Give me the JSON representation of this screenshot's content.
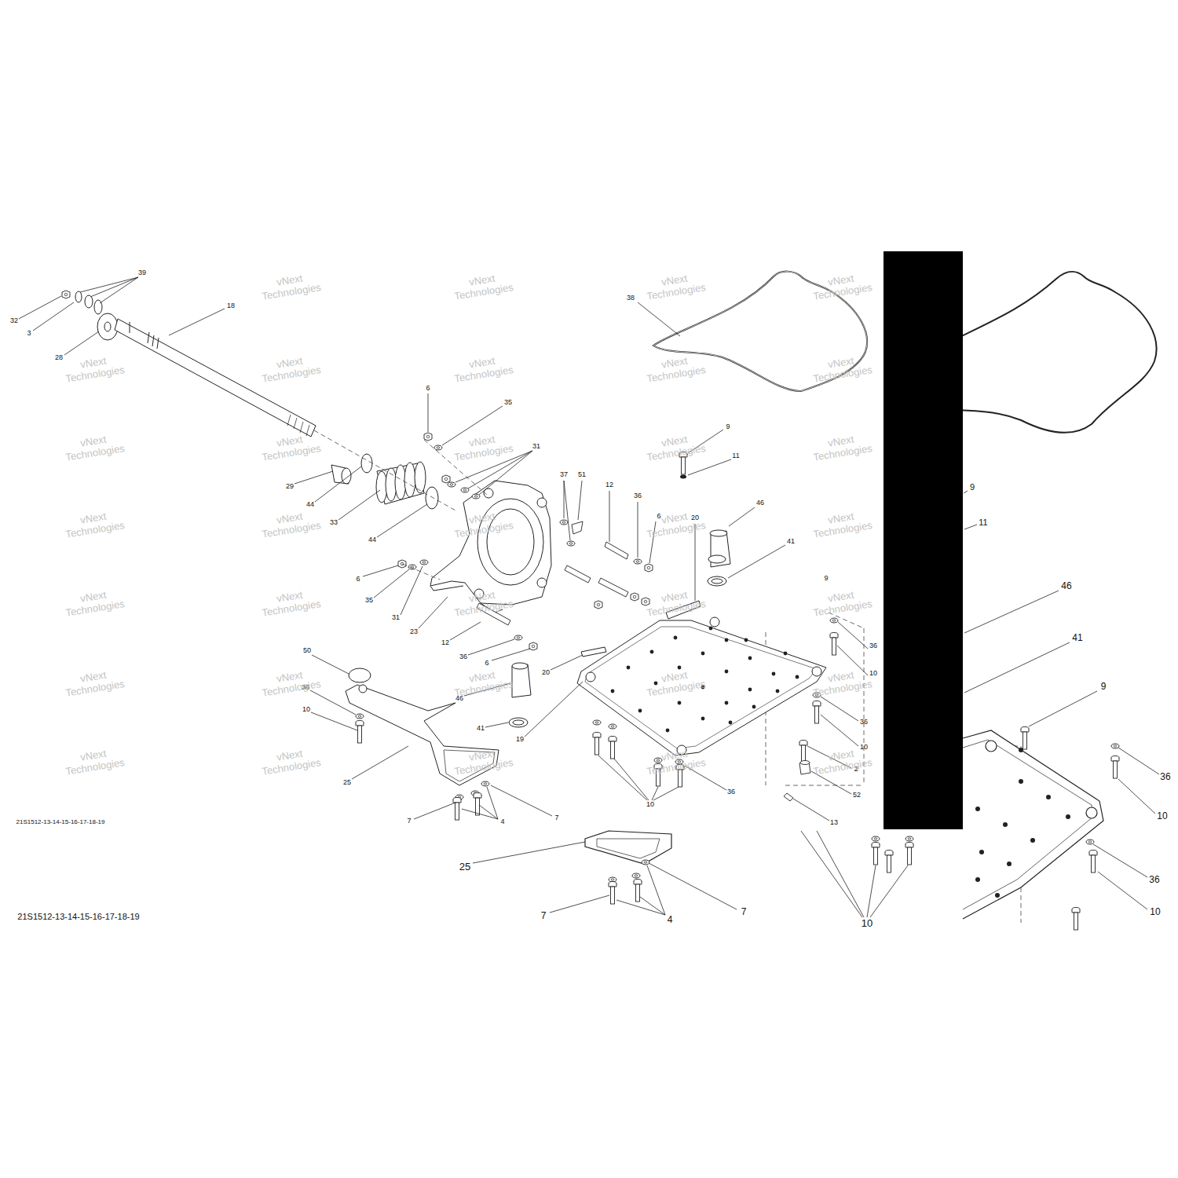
{
  "diagram": {
    "labels": [
      "39",
      "32",
      "3",
      "28",
      "18",
      "38",
      "6",
      "35",
      "9",
      "31",
      "11",
      "9",
      "29",
      "37",
      "51",
      "12",
      "36",
      "44",
      "46",
      "11",
      "6",
      "20",
      "33",
      "44",
      "41",
      "6",
      "9",
      "46",
      "35",
      "31",
      "23",
      "41",
      "12",
      "36",
      "50",
      "36",
      "6",
      "20",
      "10",
      "36",
      "9",
      "46",
      "10",
      "36",
      "41",
      "19",
      "10",
      "2",
      "25",
      "36",
      "36",
      "52",
      "10",
      "10",
      "7",
      "21S1512-13-14-15-16-17-18-19",
      "7",
      "4",
      "13",
      "25",
      "36",
      "10",
      "7",
      "7",
      "4",
      "10",
      "21S1512-13-14-15-16-17-18-19",
      "vNext Technologies",
      "vNext Technologies",
      "vNext Technologies",
      "vNext Technologies",
      "vNext Technologies",
      "vNext Technologies",
      "vNext Technologies",
      "vNext Technologies",
      "vNext Technologies",
      "vNext Technologies",
      "vNext Technologies",
      "vNext Technologies",
      "vNext Technologies",
      "vNext Technologies",
      "vNext Technologies",
      "vNext Technologies",
      "vNext Technologies",
      "vNext Technologies",
      "vNext Technologies",
      "vNext Technologies",
      "vNext Technologies",
      "vNext Technologies",
      "vNext Technologies",
      "vNext Technologies",
      "vNext Technologies",
      "vNext Technologies",
      "vNext Technologies",
      "vNext Technologies",
      "vNext Technologies",
      "vNext Technologies",
      "vNext Technologies",
      "vNext Technologies",
      "vNext Technologies",
      "vNext Technologies"
    ]
  }
}
